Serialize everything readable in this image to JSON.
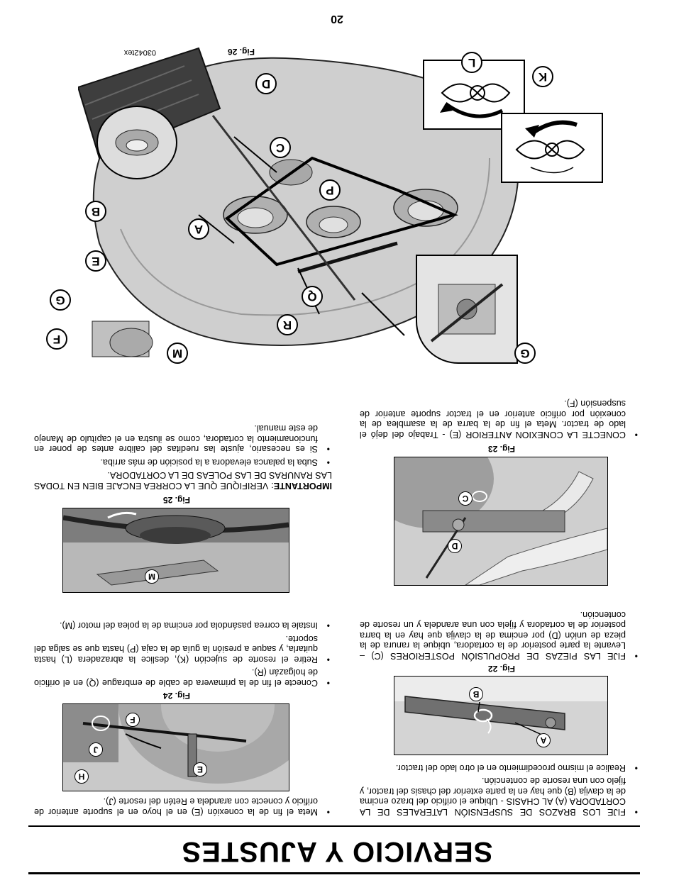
{
  "header": {
    "title": "SERVICIO Y AJUSTES"
  },
  "footer": {
    "page_number": "20"
  },
  "left_column": {
    "items": [
      "FIJE LOS BRAZOS DE SUSPENSIÓN LATERALES DE LA CORTADORA (A) AL CHASIS - Ubique el orificio del brazo encima de la clavija (B) que hay en la parte exterior del chasis del tractor, y fíjelo con una resorte de contención.",
      "Realice el mismo procedimiento en el otro lado del tractor."
    ],
    "fig22": {
      "label": "Fig. 22",
      "callouts": [
        "A",
        "B"
      ]
    },
    "item3": "FIJE LAS PIEZAS DE PROPULSIÓN POSTERIORES (C) – Levante la parte posterior de la cortadora, ubique la ranura de la pieza de unión (D) por encima de la clavija que hay en la barra posterior de la cortadora y fíjela con una arandela y un resorte de contención.",
    "fig23": {
      "label": "Fig. 23",
      "callouts": [
        "C",
        "D"
      ]
    },
    "item4": "CONECTE LA CONEXION ANTERIOR (E) - Trabajo del dejó el lado de tractor. Meta el fin de la barra de la asamblea de la conexión por orificio anterior en el tractor suporte anterior de suspensión (F)."
  },
  "right_column": {
    "fig24_callouts": [
      "E",
      "F",
      "J",
      "H"
    ],
    "item1": "Meta el fin de la conexión (E) en el hoyo en el suporte anterior de orificio y conecte con arandela e Retén del resorte (J).",
    "fig24": {
      "label": "Fig. 24"
    },
    "item2": "Conecte el fin de la primavera de cable de embrague (Q) en el orificio de holgazán (R).",
    "item3": "Retire el resorte de sujeción (K), deslice la abrazadera (L) hasta quitarla, y saque a presión la guía de la caja (P) hasta que se salga del soporte.",
    "item4": "Instale la correa pasándola por encima de la polea del motor (M).",
    "fig25": {
      "label": "Fig. 25",
      "callouts": [
        "M"
      ]
    },
    "important_label": "IMPORTANTE",
    "important_text": ": VERIFIQUE QUE LA CORREA ENCAJE BIEN EN TODAS LAS RANURAS DE LAS POLEAS DE LA CORTADORA.",
    "item5": "Suba la palanca elevadora a la posición de más arriba.",
    "item6": "Si es necesario, ajuste las rueditas del calibre antes de poner en funcionamiento la cortadora, como se ilustra en el capítulo de Manejo de este manual."
  },
  "fig26": {
    "label": "Fig. 26",
    "code": "03042tex",
    "callouts": [
      "A",
      "B",
      "C",
      "D",
      "E",
      "F",
      "G",
      "G",
      "K",
      "L",
      "M",
      "P",
      "Q",
      "R"
    ]
  }
}
